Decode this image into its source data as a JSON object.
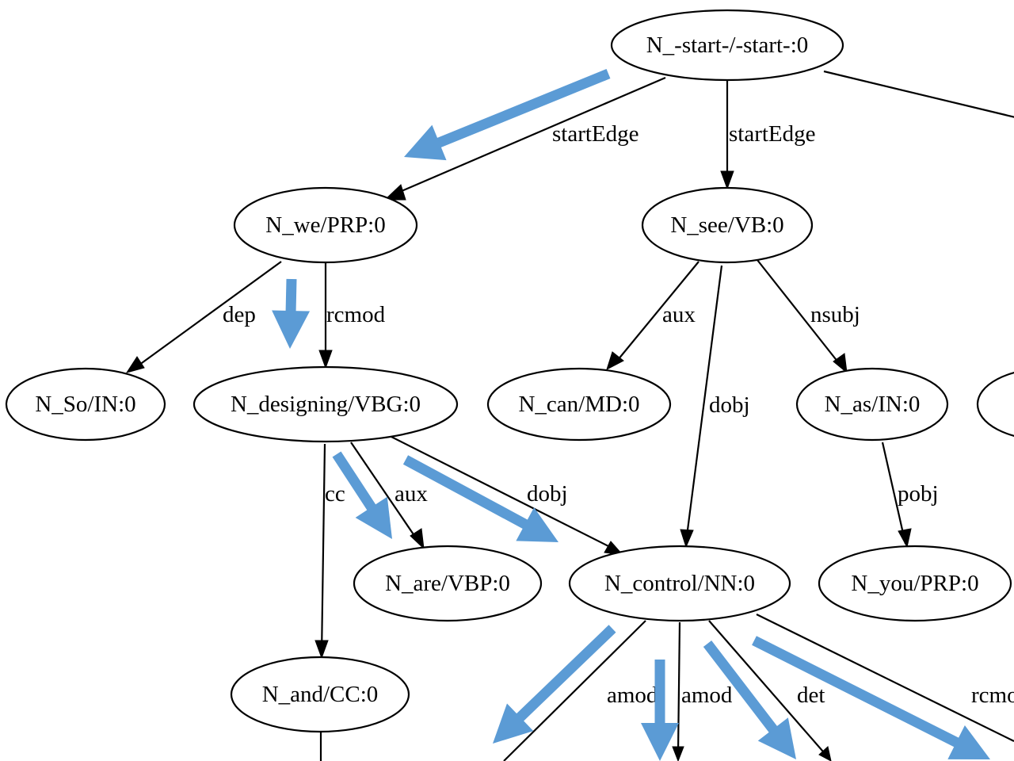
{
  "colors": {
    "highlight": "#5b9bd5",
    "stroke": "#000000",
    "background": "#ffffff"
  },
  "nodes": {
    "start": "N_-start-/-start-:0",
    "we": "N_we/PRP:0",
    "see": "N_see/VB:0",
    "so": "N_So/IN:0",
    "designing": "N_designing/VBG:0",
    "can": "N_can/MD:0",
    "as": "N_as/IN:0",
    "are": "N_are/VBP:0",
    "control": "N_control/NN:0",
    "you": "N_you/PRP:0",
    "and": "N_and/CC:0",
    "partial": ""
  },
  "edges": {
    "start_we": "startEdge",
    "start_see": "startEdge",
    "we_so": "dep",
    "we_designing": "rcmod",
    "see_can": "aux",
    "see_control": "dobj",
    "see_as": "nsubj",
    "as_you": "pobj",
    "designing_and": "cc",
    "designing_are": "aux",
    "designing_control": "dobj",
    "control_amod1": "amod",
    "control_amod2": "amod",
    "control_det": "det",
    "control_rcmod": "rcmod"
  }
}
